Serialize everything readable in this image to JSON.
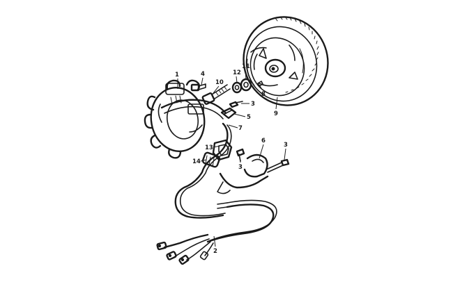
{
  "callouts": {
    "c1": "1",
    "c2": "2",
    "c3a": "3",
    "c3b": "3",
    "c3c": "3",
    "c4": "4",
    "c5": "5",
    "c6": "6",
    "c7": "7",
    "c8": "8",
    "c9": "9",
    "c10": "10",
    "c11": "11",
    "c12": "12",
    "c13": "13",
    "c14": "14"
  }
}
